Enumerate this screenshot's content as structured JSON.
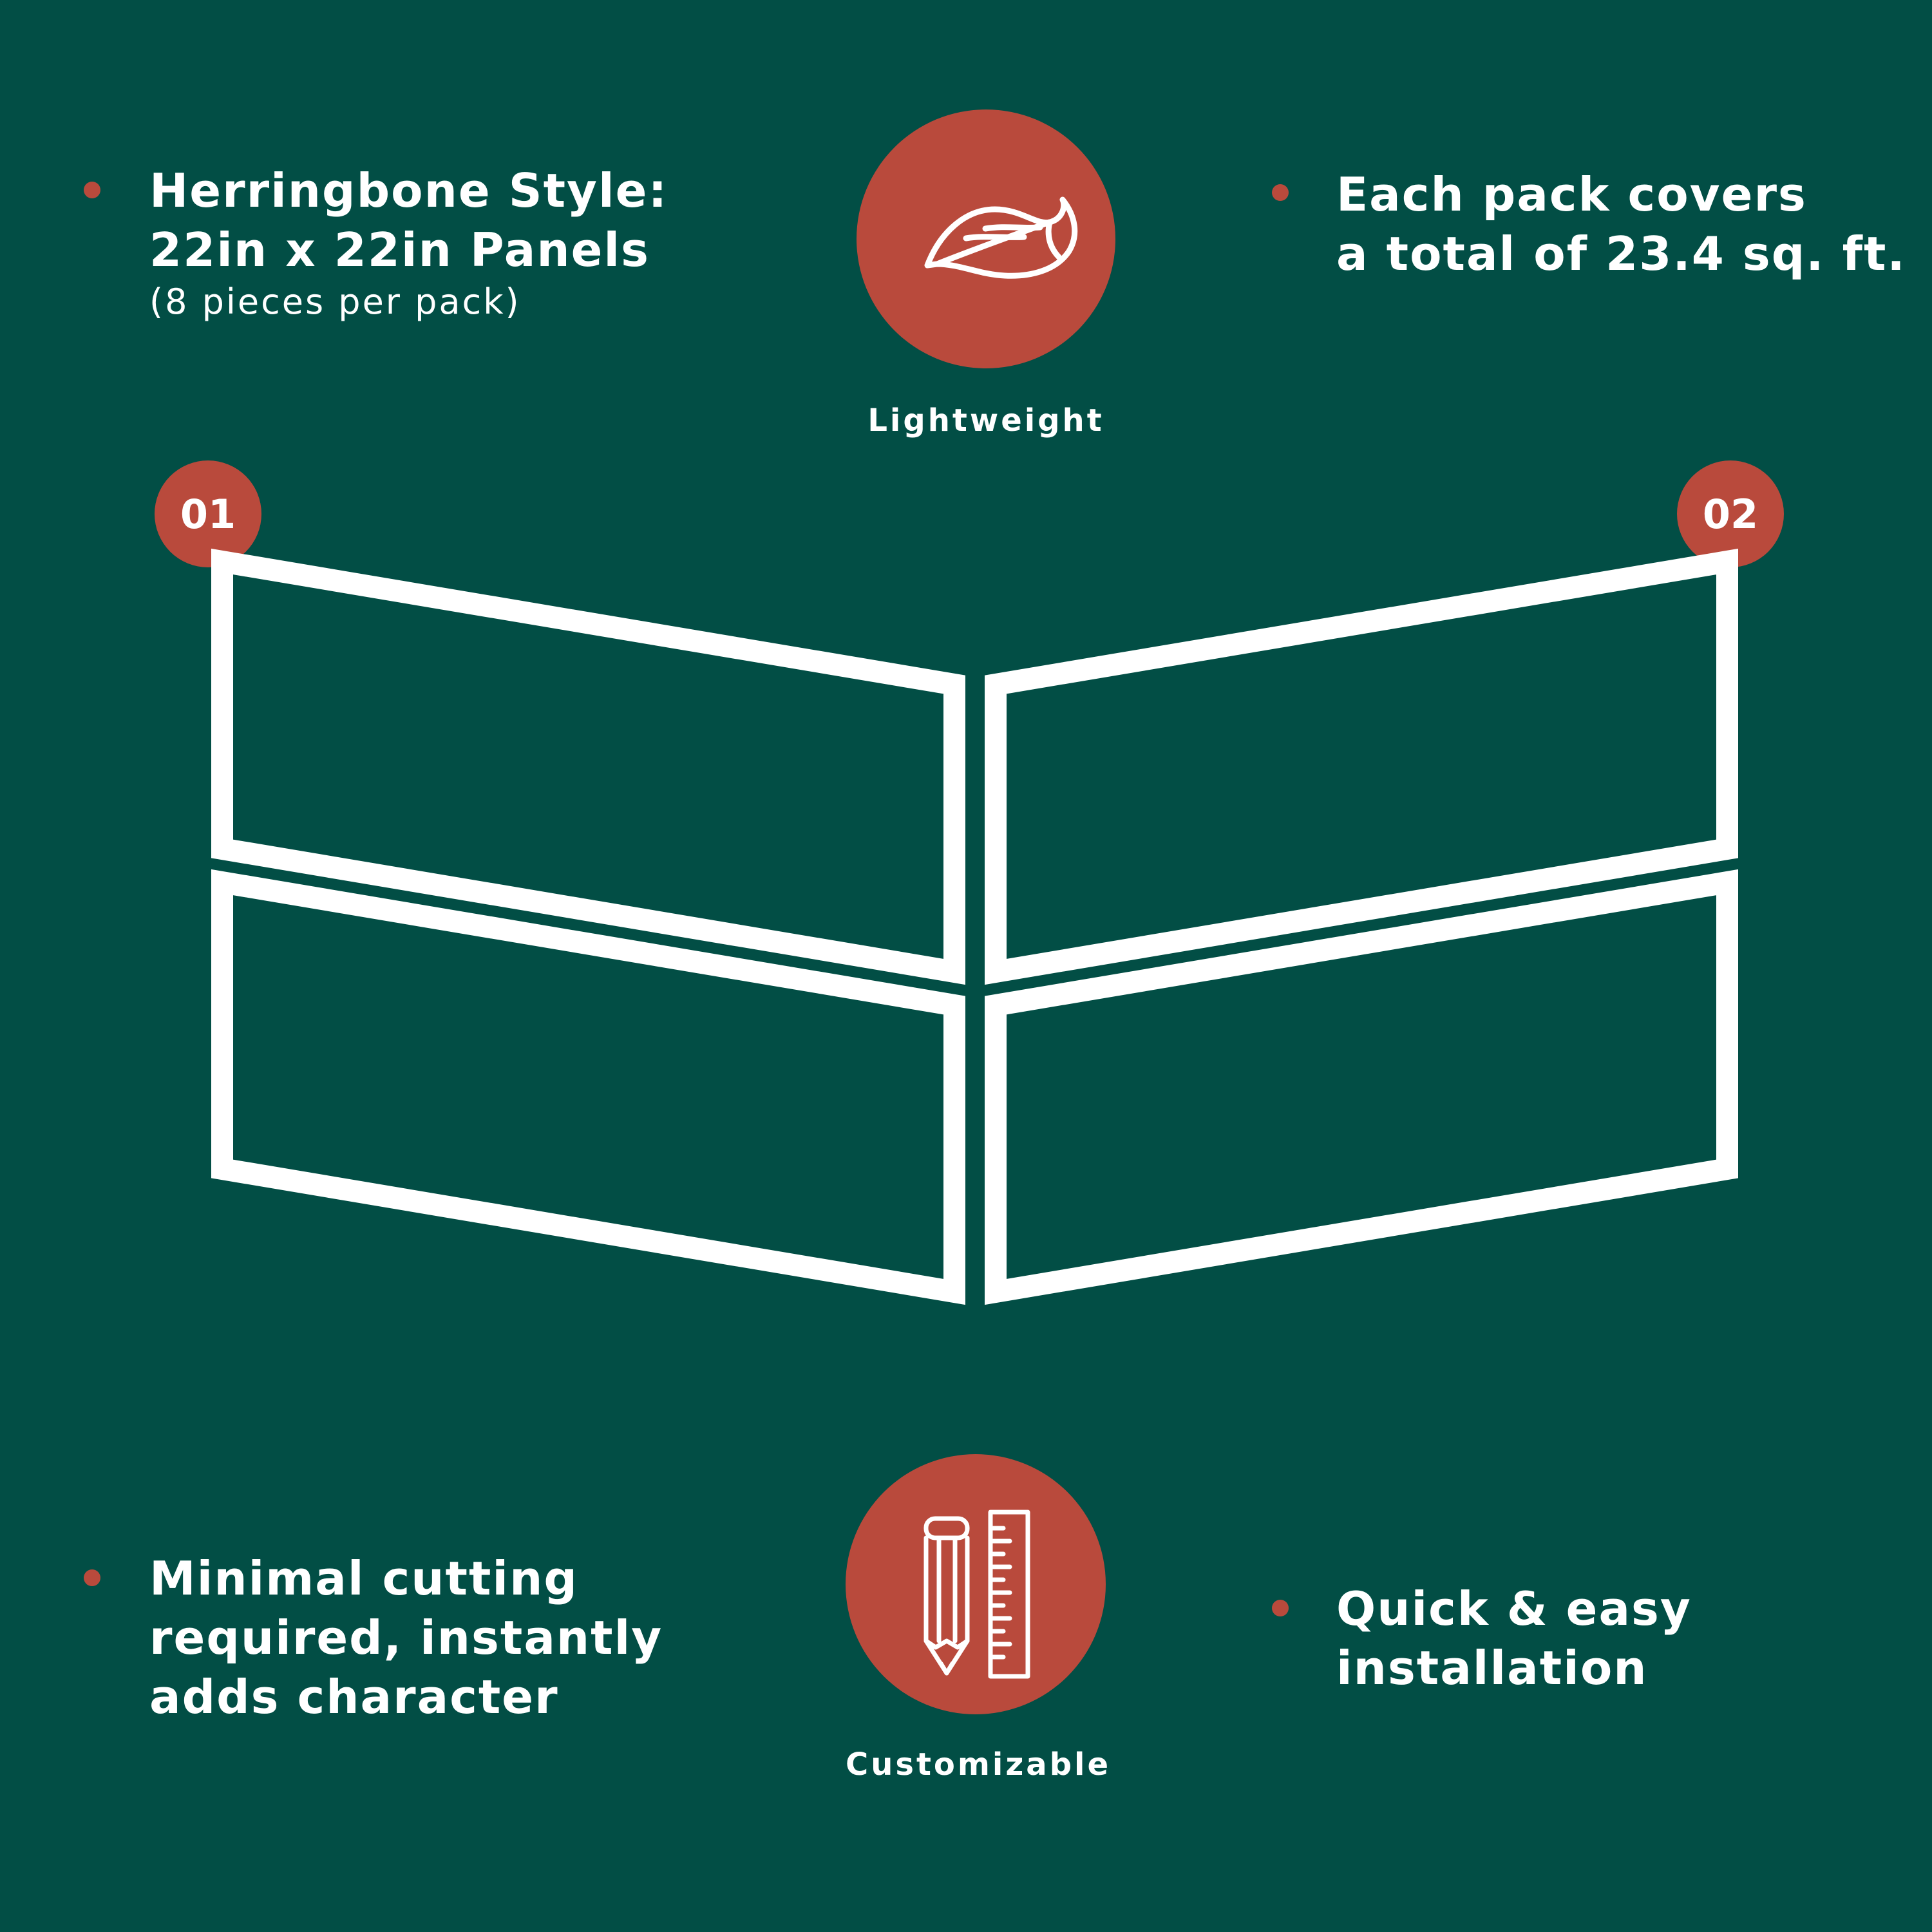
{
  "features": {
    "panel_size": {
      "title_line1": "Herringbone Style:",
      "title_line2": "22in x 22in Panels",
      "subtitle": "(8 pieces per pack)"
    },
    "coverage": {
      "line1": "Each pack covers",
      "line2": "a total of 23.4 sq. ft."
    },
    "cutting": {
      "line1": "Minimal cutting",
      "line2": "required, instantly",
      "line3": "adds character"
    },
    "installation": {
      "line1": "Quick & easy",
      "line2": "installation"
    }
  },
  "badges": {
    "lightweight": {
      "label": "Lightweight",
      "icon": "feather-icon"
    },
    "customizable": {
      "label": "Customizable",
      "icon": "pencil-ruler-icon"
    }
  },
  "diagram": {
    "left_number": "01",
    "right_number": "02"
  },
  "colors": {
    "background": "#024e45",
    "accent": "#b94a3c",
    "outline": "#ffffff"
  }
}
